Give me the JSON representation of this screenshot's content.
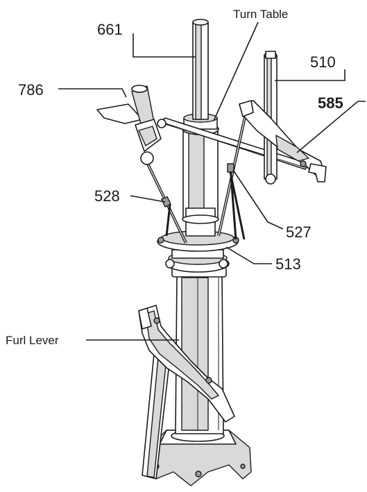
{
  "callouts": {
    "c661": "661",
    "turn_table": "Turn Table",
    "c510": "510",
    "c786": "786",
    "c585": "585",
    "c528": "528",
    "c527": "527",
    "c513": "513",
    "furl_lever": "Furl Lever"
  },
  "colors": {
    "ink": "#1a1a1a",
    "shade": "#d9d9d9",
    "dark": "#9a9a9a",
    "background": "#ffffff"
  }
}
